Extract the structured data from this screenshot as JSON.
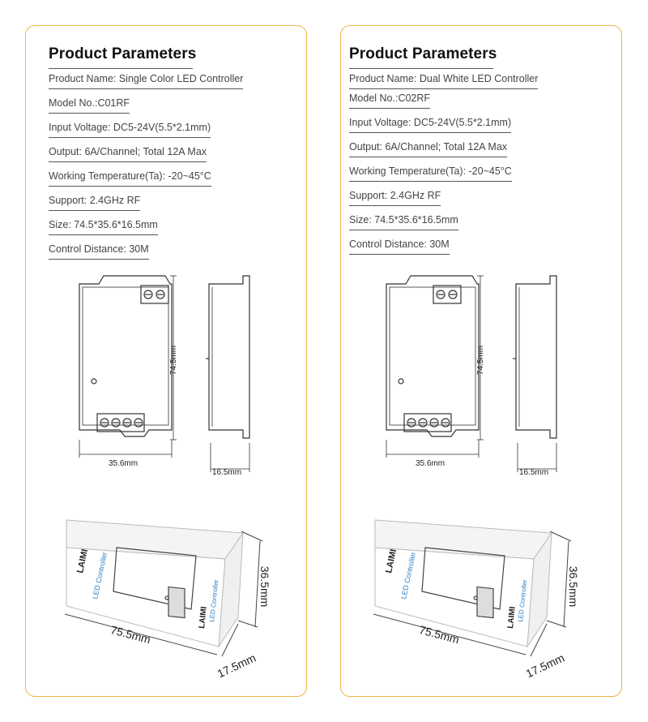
{
  "panels": [
    {
      "title": "Product Parameters",
      "params": [
        "Product Name: Single Color LED Controller",
        "Model No.:C01RF",
        "Input Voltage: DC5-24V(5.5*2.1mm)",
        "Output: 6A/Channel; Total 12A Max",
        "Working Temperature(Ta): -20~45°C",
        "Support: 2.4GHz RF",
        "Size: 74.5*35.6*16.5mm",
        "Control Distance: 30M"
      ],
      "dims": {
        "height": "74.5mm",
        "width": "35.6mm",
        "depth": "16.5mm"
      },
      "package": {
        "length": "75.5mm",
        "height": "36.5mm",
        "depth": "17.5mm",
        "brand": "LAIMI",
        "line": "LED Controller"
      }
    },
    {
      "title": "Product Parameters",
      "params": [
        "Product Name:  Dual White LED Controller",
        "Model No.:C02RF",
        "Input Voltage: DC5-24V(5.5*2.1mm)",
        "Output: 6A/Channel; Total 12A Max",
        "Working Temperature(Ta): -20~45°C",
        "Support: 2.4GHz RF",
        "Size: 74.5*35.6*16.5mm",
        "Control Distance: 30M"
      ],
      "dims": {
        "height": "74.5mm",
        "width": "35.6mm",
        "depth": "16.5mm"
      },
      "package": {
        "length": "75.5mm",
        "height": "36.5mm",
        "depth": "17.5mm",
        "brand": "LAIMI",
        "line": "LED Controller"
      }
    }
  ],
  "colors": {
    "border": "#f0b545",
    "line": "#333333"
  }
}
